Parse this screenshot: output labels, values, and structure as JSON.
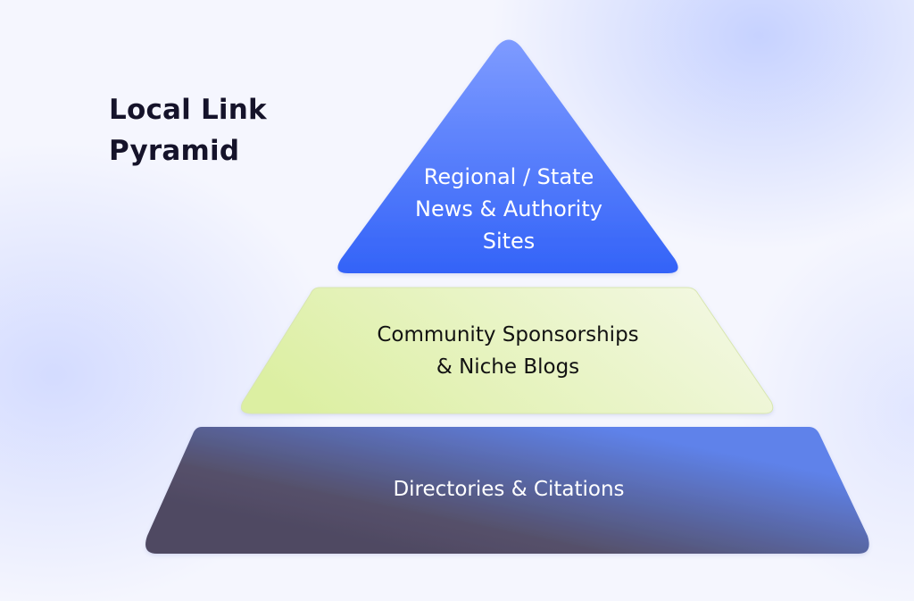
{
  "title": {
    "lines": [
      "Local Link",
      "Pyramid"
    ]
  },
  "tiers": [
    {
      "level": "top",
      "lines": [
        "Regional / State",
        "News & Authority",
        "Sites"
      ],
      "colors": {
        "fill_start": "#7e9bff",
        "fill_end": "#3363f8",
        "text": "#ffffff"
      }
    },
    {
      "level": "middle",
      "lines": [
        "Community Sponsorships",
        "& Niche Blogs"
      ],
      "colors": {
        "fill_start": "#dcefa2",
        "fill_end": "#f3f8e3",
        "text": "#121212"
      }
    },
    {
      "level": "bottom",
      "lines": [
        "Directories & Citations"
      ],
      "colors": {
        "fill_start": "#4f4962",
        "fill_end": "#5e82ea",
        "text": "#ffffff"
      }
    }
  ]
}
